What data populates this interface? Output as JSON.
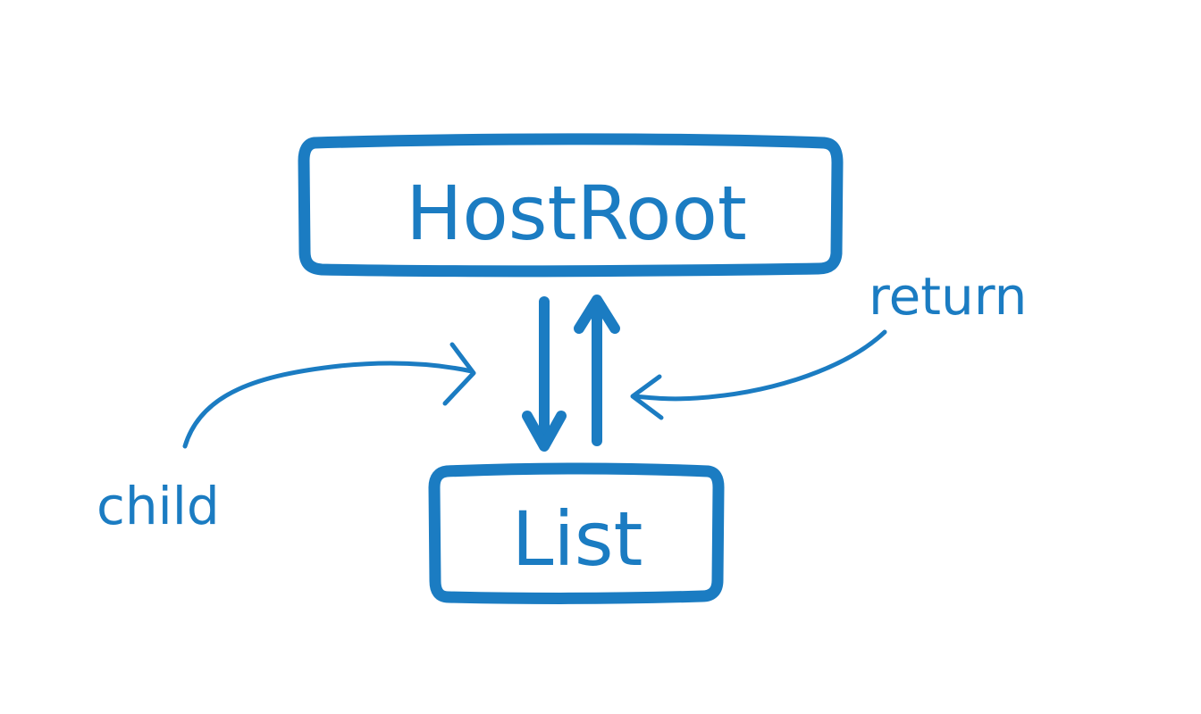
{
  "nodes": {
    "host_root": {
      "label": "HostRoot"
    },
    "list": {
      "label": "List"
    }
  },
  "edges": {
    "child": {
      "label": "child"
    },
    "return": {
      "label": "return"
    }
  },
  "colors": {
    "ink": "#1b7cc2",
    "background": "#ffffff"
  }
}
